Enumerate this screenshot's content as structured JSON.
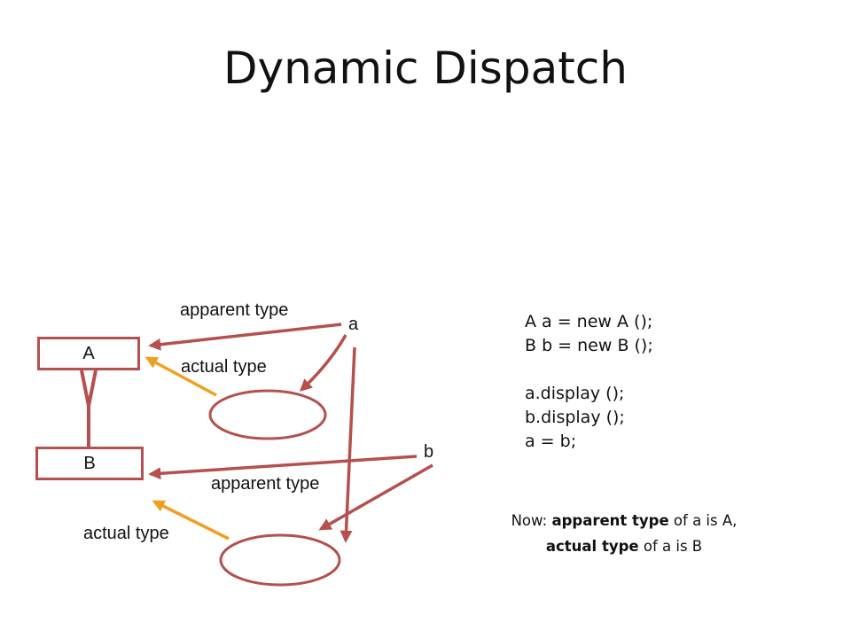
{
  "title": "Dynamic Dispatch",
  "classes": {
    "a": "A",
    "b": "B"
  },
  "variables": {
    "a": "a",
    "b": "b"
  },
  "edge_labels": {
    "apparent_type_a": "apparent type",
    "actual_type_a": "actual type",
    "apparent_type_b": "apparent type",
    "actual_type_b": "actual type"
  },
  "code_lines": [
    "A a = new A ();",
    "B b = new B ();",
    "",
    "a.display ();",
    "b.display ();",
    "a = b;"
  ],
  "note": {
    "line1_prefix": "Now: ",
    "line1_bold": "apparent type",
    "line1_suffix": " of a is A,",
    "line2_bold": "actual type",
    "line2_suffix": " of a is B"
  },
  "colors": {
    "reference_arrow": "#b5504e",
    "actual_type_arrow": "#f0a020"
  }
}
